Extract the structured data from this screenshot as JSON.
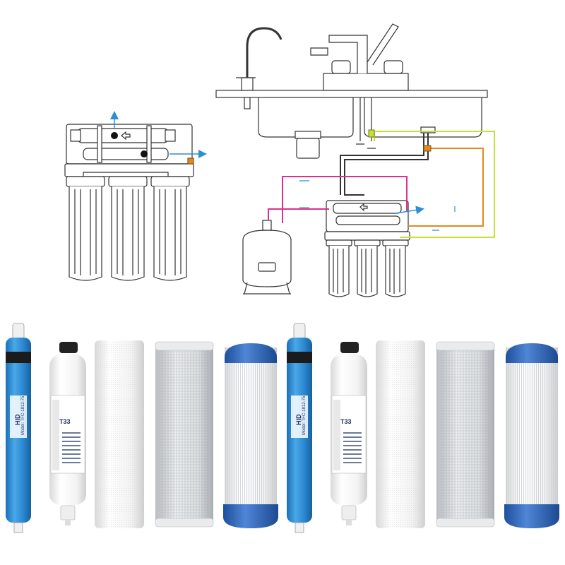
{
  "product": {
    "units": [
      {
        "membrane": {
          "brand": "HID",
          "model_text": "Model: TFC-1812-75",
          "color": "#2f8fd1"
        },
        "inline_filter": {
          "model": "T33"
        },
        "pp_filter": {
          "color": "#f4f4f4"
        },
        "cto_filter": {
          "color": "#e6e8ea"
        },
        "gac_filter": {
          "cap_color": "#2f62b3"
        }
      },
      {
        "membrane": {
          "brand": "HID",
          "model_text": "Model: TFC-1812-75",
          "color": "#2f8fd1"
        },
        "inline_filter": {
          "model": "T33"
        },
        "pp_filter": {
          "color": "#f4f4f4"
        },
        "cto_filter": {
          "color": "#e6e8ea"
        },
        "gac_filter": {
          "cap_color": "#2f62b3"
        }
      }
    ]
  },
  "diagram": {
    "line_colors": {
      "feed": "#d9318f",
      "drain": "#e08a1e",
      "ro": "#c9df3a",
      "flow_arrow": "#2b8fd6"
    }
  }
}
